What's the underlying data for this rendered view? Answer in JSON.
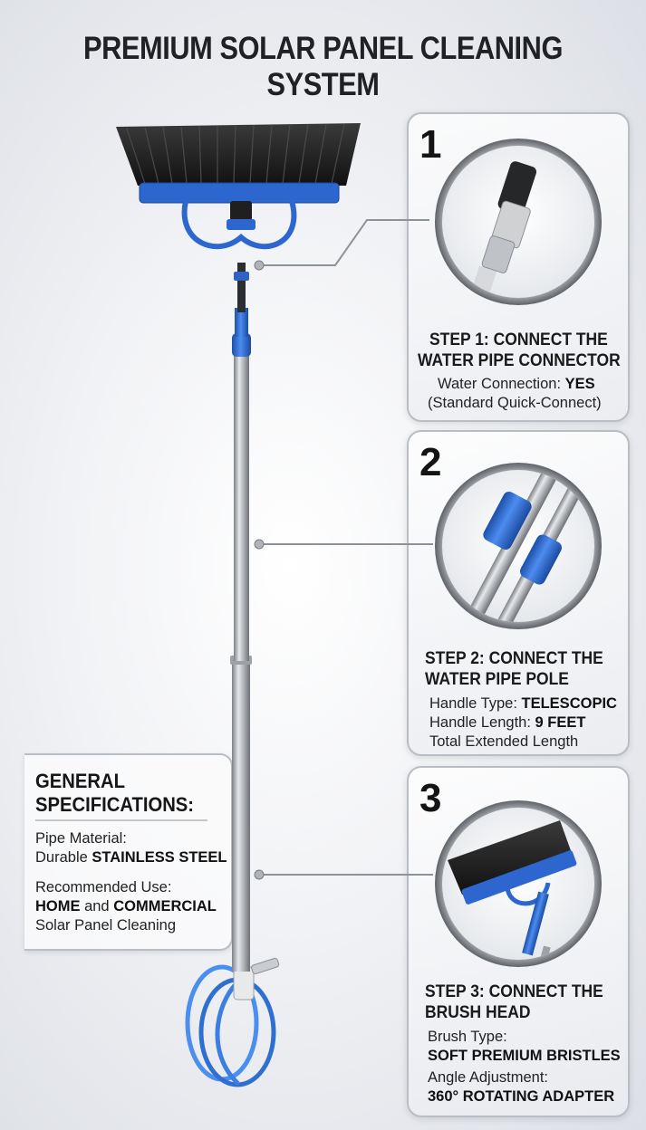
{
  "title": "PREMIUM SOLAR PANEL CLEANING SYSTEM",
  "colors": {
    "accent_blue": "#2d6fd6",
    "steel": "#b9bcc0",
    "bristle": "#222222",
    "text": "#1d1d1f"
  },
  "steps": [
    {
      "number": "1",
      "title_line1": "STEP 1: CONNECT THE",
      "title_line2": "WATER PIPE CONNECTOR",
      "line1_label": "Water Connection: ",
      "line1_value": "YES",
      "line2": "(Standard Quick-Connect)",
      "image_icon": "water-pipe-connector-icon"
    },
    {
      "number": "2",
      "title_line1": "STEP 2: CONNECT THE",
      "title_line2": "WATER PIPE POLE",
      "line1_label": "Handle Type: ",
      "line1_value": "TELESCOPIC",
      "line2_label": "Handle Length: ",
      "line2_value": "9 FEET",
      "line3": "Total Extended Length",
      "image_icon": "telescopic-pole-icon"
    },
    {
      "number": "3",
      "title_line1": "STEP 3: CONNECT THE",
      "title_line2": "BRUSH HEAD",
      "line1": "Brush Type:",
      "line2_value": "SOFT PREMIUM BRISTLES",
      "line3": "Angle Adjustment:",
      "line4_value": "360° ROTATING ADAPTER",
      "image_icon": "brush-head-icon"
    }
  ],
  "general": {
    "title_line1": "GENERAL",
    "title_line2": "SPECIFICATIONS:",
    "pipe_label": "Pipe Material:",
    "pipe_prefix": "Durable ",
    "pipe_value": "STAINLESS STEEL",
    "use_label": "Recommended Use:",
    "use_value1": "HOME",
    "use_and": " and ",
    "use_value2": "COMMERCIAL",
    "use_suffix": "Solar Panel Cleaning"
  }
}
